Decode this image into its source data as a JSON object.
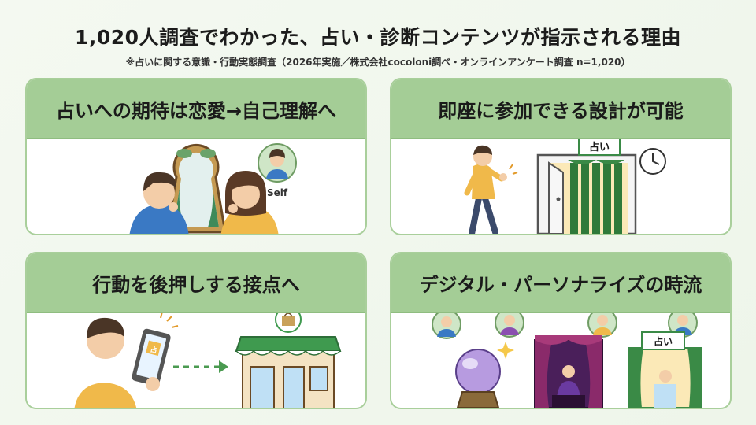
{
  "header": {
    "title": "1,020人調査でわかった、占い・診断コンテンツが指示される理由",
    "subtitle": "※占いに関する意識・行動実態調査（2026年実施／株式会社cocoloni調べ・オンラインアンケート調査 n=1,020）"
  },
  "cards": [
    {
      "title": "占いへの期待は恋愛→自己理解へ",
      "badge": "Self"
    },
    {
      "title": "即座に参加できる設計が可能",
      "sign": "占い"
    },
    {
      "title": "行動を後押しする接点へ",
      "phone_glyph": "占"
    },
    {
      "title": "デジタル・パーソナライズの時流",
      "sign": "占い"
    }
  ],
  "colors": {
    "accent_green": "#a4cd96",
    "border_green": "#a9cf9b",
    "skin": "#f3cda8",
    "hair": "#4a3526"
  }
}
